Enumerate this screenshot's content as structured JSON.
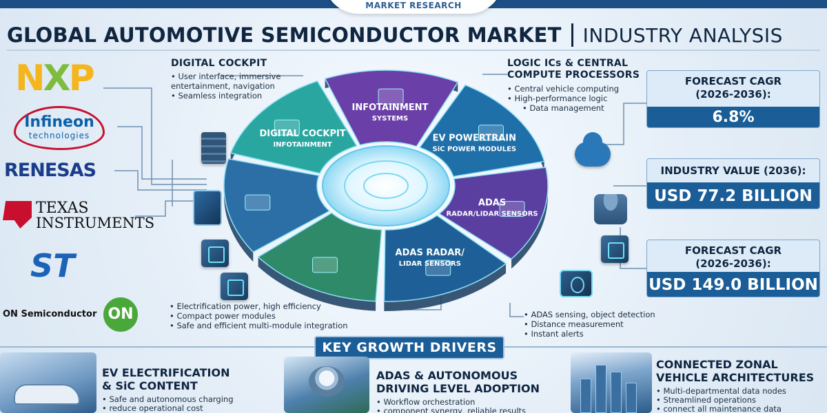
{
  "brand": {
    "text": "MARKET RESEARCH"
  },
  "title": {
    "main": "GLOBAL AUTOMOTIVE SEMICONDUCTOR MARKET",
    "sub": "INDUSTRY ANALYSIS"
  },
  "logos": {
    "nxp": {
      "n": "N",
      "x": "X",
      "p": "P"
    },
    "infineon": {
      "word": "Infineon",
      "tag": "technologies"
    },
    "renesas": "RENESAS",
    "ti": {
      "line1": "TEXAS",
      "line2": "INSTRUMENTS"
    },
    "st": "ST",
    "onsemi": {
      "text": "ON Semiconductor",
      "badge": "ON"
    }
  },
  "callouts": {
    "cockpit": {
      "head": "DIGITAL COCKPIT",
      "items": [
        "User interface, immersive entertainment, navigation",
        "Seamless integration"
      ]
    },
    "logic": {
      "head1": "LOGIC ICs & CENTRAL",
      "head2": "COMPUTE PROCESSORS",
      "items": [
        "Central vehicle computing",
        "High-performance logic",
        "Data management"
      ]
    },
    "ev": {
      "items": [
        "Electrification power, high efficiency",
        "Compact power modules",
        "Safe and efficient multi-module integration"
      ]
    },
    "adas": {
      "items": [
        "ADAS sensing, object detection",
        "Distance measurement",
        "Instant alerts"
      ]
    }
  },
  "stats": [
    {
      "label1": "FORECAST CAGR",
      "label2": "(2026-2036):",
      "value": "6.8%"
    },
    {
      "label1": "INDUSTRY VALUE (2036):",
      "value": "USD 77.2 BILLION"
    },
    {
      "label1": "FORECAST CAGR",
      "label2": "(2026-2036):",
      "value": "USD 149.0 BILLION"
    }
  ],
  "wheel": {
    "segments": [
      {
        "label1": "DIGITAL COCKPIT",
        "label2": "INFOTAINMENT",
        "color": "#2aa6a0"
      },
      {
        "label1": "INFOTAINMENT",
        "label2": "SYSTEMS",
        "color": "#6b3fa8"
      },
      {
        "label1": "EV POWERTRAIN",
        "label2": "SiC POWER MODULES",
        "color": "#1f6fa8"
      },
      {
        "label1": "ADAS",
        "label2": "RADAR/LIDAR SENSORS",
        "color": "#5a3fa0"
      },
      {
        "label1": "ADAS RADAR/",
        "label2": "LIDAR SENSORS",
        "color": "#1d5f96"
      },
      {
        "label1": "",
        "label2": "",
        "color": "#2f8a6a"
      },
      {
        "label1": "",
        "label2": "",
        "color": "#2c6fa6"
      }
    ]
  },
  "drivers": {
    "heading": "KEY GROWTH DRIVERS",
    "items": [
      {
        "head1": "EV ELECTRIFICATION",
        "head2": "& SiC CONTENT",
        "points": [
          "Safe and autonomous charging",
          "reduce operational cost"
        ]
      },
      {
        "head1": "ADAS & AUTONOMOUS",
        "head2": "DRIVING LEVEL ADOPTION",
        "points": [
          "Workflow orchestration",
          "component synergy, reliable results"
        ]
      },
      {
        "head1": "CONNECTED ZONAL",
        "head2": "VEHICLE ARCHITECTURES",
        "points": [
          "Multi-departmental data nodes",
          "Streamlined operations",
          "connect all maintenance data"
        ]
      }
    ]
  },
  "colors": {
    "primary": "#1a5d97",
    "title": "#0f2540",
    "accent": "#6ee3f5"
  }
}
